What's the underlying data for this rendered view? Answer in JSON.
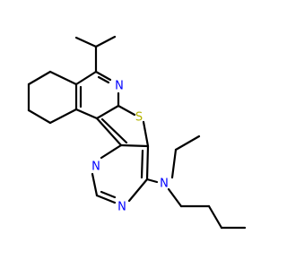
{
  "molecule": {
    "atoms": {
      "ring_n1": {
        "label": "N",
        "color": "#0000ff"
      },
      "ring_s": {
        "label": "S",
        "color": "#b3b300"
      },
      "ring_n2": {
        "label": "N",
        "color": "#0000ff"
      },
      "ring_n3": {
        "label": "N",
        "color": "#0000ff"
      },
      "amine_n": {
        "label": "N",
        "color": "#0000ff"
      }
    }
  }
}
